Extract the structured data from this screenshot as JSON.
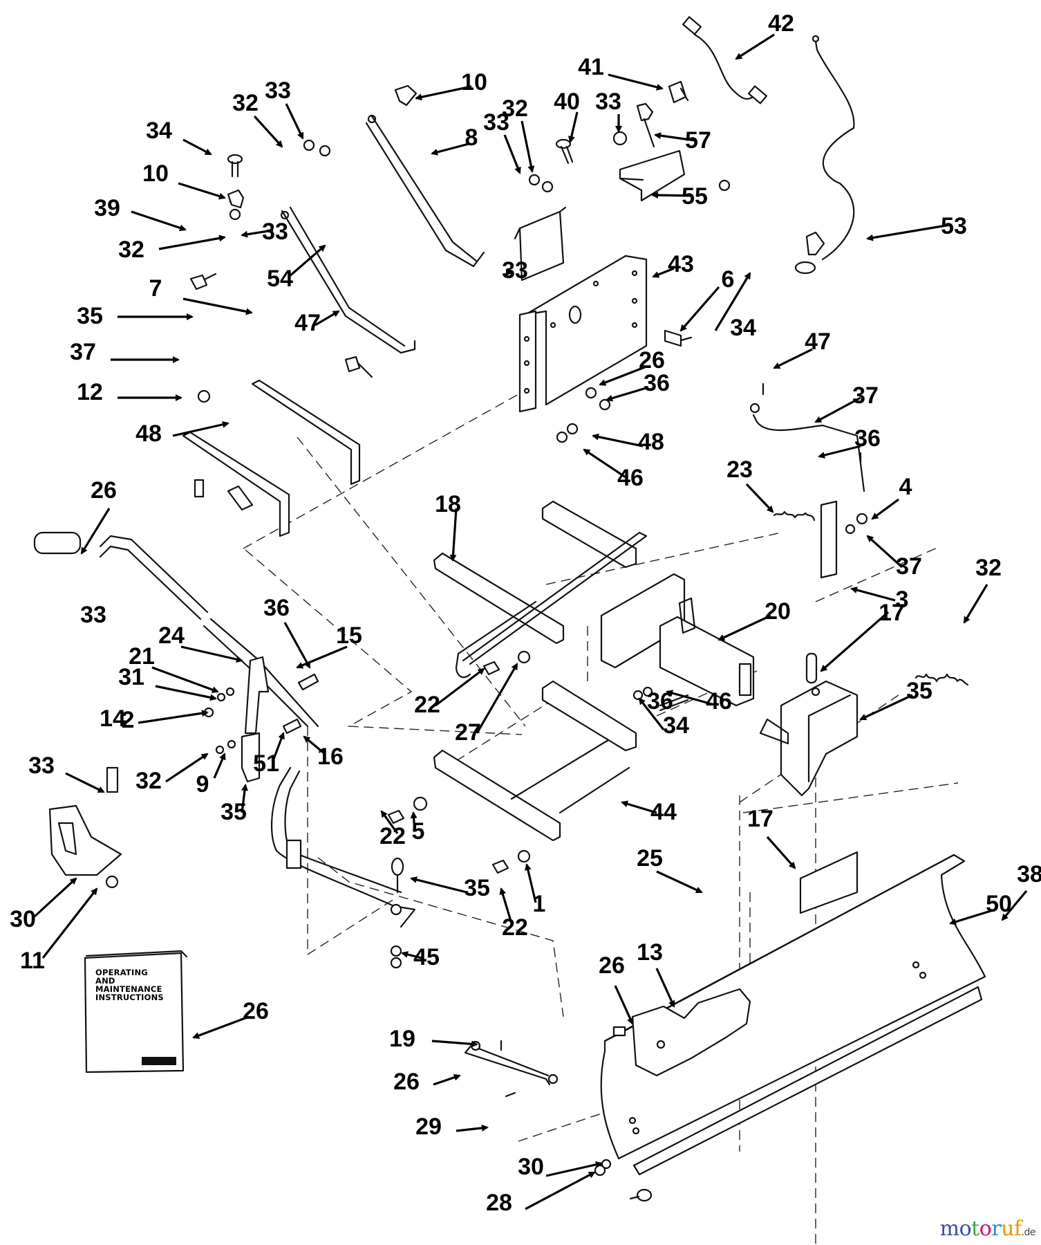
{
  "diagram": {
    "title": "Dozer Blade Assembly – Exploded Parts View",
    "manual": {
      "lines": [
        "OPERATING",
        "AND",
        "MAINTENANCE",
        "INSTRUCTIONS"
      ]
    },
    "callouts": [
      "42",
      "41",
      "10",
      "40",
      "33",
      "32",
      "33",
      "57",
      "53",
      "32",
      "33",
      "34",
      "10",
      "8",
      "55",
      "39",
      "33",
      "32",
      "33",
      "43",
      "6",
      "34",
      "54",
      "7",
      "47",
      "35",
      "37",
      "47",
      "26",
      "36",
      "37",
      "12",
      "48",
      "48",
      "46",
      "36",
      "26",
      "23",
      "18",
      "4",
      "37",
      "36",
      "24",
      "15",
      "21",
      "31",
      "14",
      "3",
      "20",
      "17",
      "32",
      "33",
      "2",
      "35",
      "22",
      "27",
      "46",
      "36",
      "34",
      "51",
      "33",
      "32",
      "9",
      "16",
      "35",
      "22",
      "5",
      "44",
      "17",
      "25",
      "35",
      "22",
      "1",
      "50",
      "30",
      "11",
      "38",
      "45",
      "26",
      "19",
      "26",
      "13",
      "26",
      "29",
      "30",
      "28"
    ]
  },
  "watermark": {
    "letters": [
      "m",
      "o",
      "t",
      "o",
      "r",
      "u",
      "f"
    ],
    "colors": [
      "#3b4fa3",
      "#3b4fa3",
      "#3fa535",
      "#e2007a",
      "#1f8fd6",
      "#f39200",
      "#f39200"
    ],
    "tld": ".de"
  }
}
